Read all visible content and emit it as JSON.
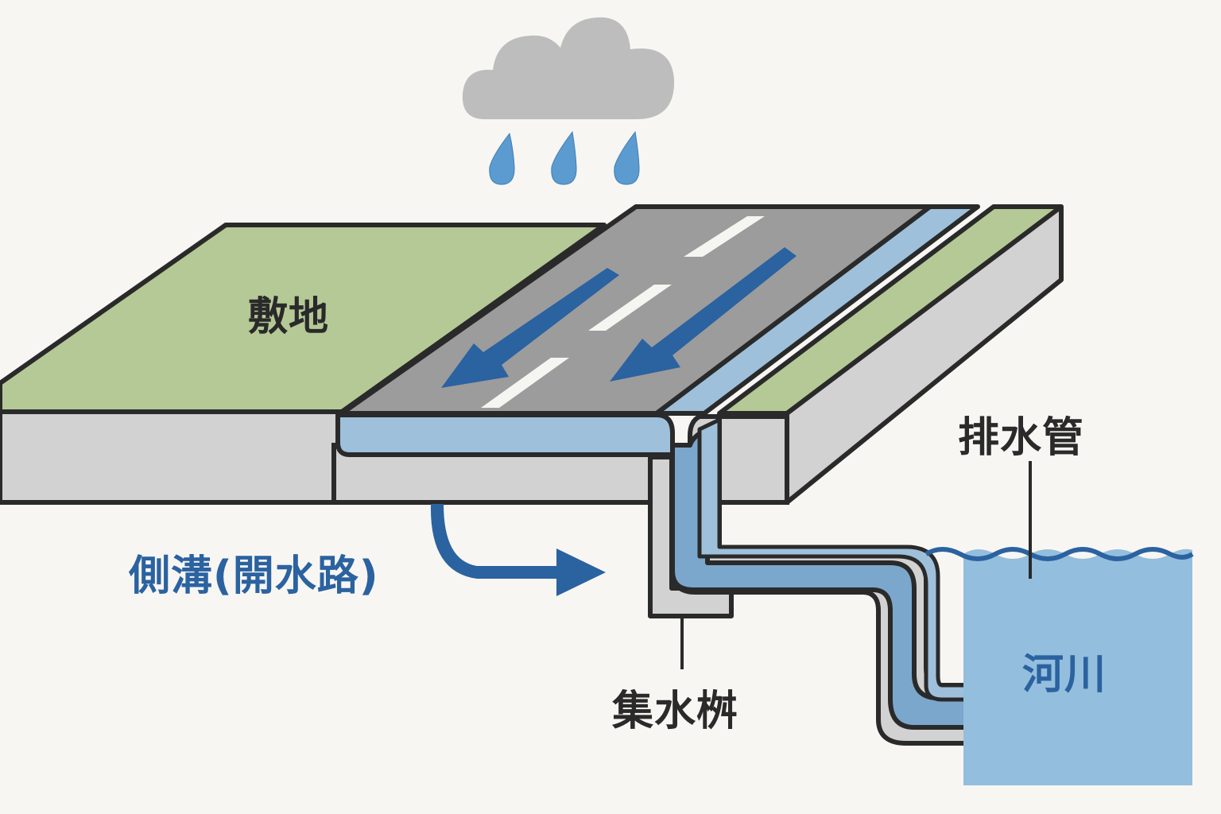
{
  "diagram": {
    "title": "",
    "labels": {
      "site": "敷地",
      "side_ditch": "側溝(開水路)",
      "catch_basin": "集水桝",
      "drain_pipe": "排水管",
      "river": "河川"
    },
    "icons": {
      "rain_cloud": "rain-cloud-icon",
      "raindrops": 3
    },
    "flow_arrows": [
      "road-runoff-arrow-left",
      "road-runoff-arrow-right",
      "side-ditch-flow-arrow",
      "drain-to-river-arrow"
    ],
    "colors": {
      "background": "#f8f6f3",
      "outline": "#2a2a2a",
      "grass": "#b5c996",
      "road": "#9c9c9c",
      "lane_marking": "#f5f5f2",
      "concrete": "#d2d2d2",
      "water_light": "#9ec0db",
      "water_mid": "#7ba7cc",
      "arrow_blue": "#2b62a0",
      "rain_drop": "#5b9bd0",
      "cloud": "#bdbdbd",
      "river": "#93bedd",
      "river_wave": "#2b62a0"
    }
  }
}
